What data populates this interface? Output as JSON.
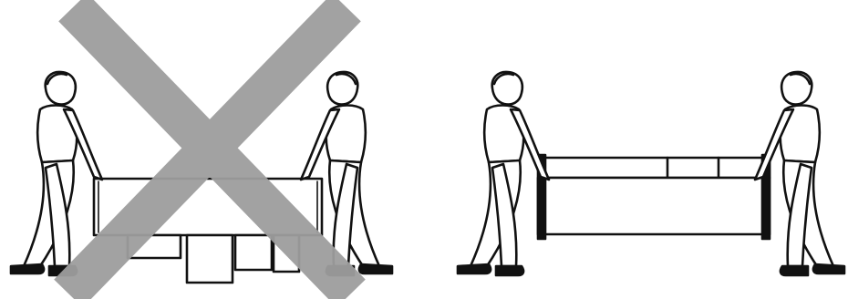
{
  "figure": {
    "panels": [
      {
        "id": "incorrect",
        "depiction": "two-people-carrying-tv-screen-facing-down",
        "mark": "x-mark-icon",
        "mark_color": "#9e9e9e"
      },
      {
        "id": "correct",
        "depiction": "two-people-carrying-tv-upright",
        "mark": null
      }
    ],
    "line_color": "#111111",
    "fill_color": "#ffffff"
  }
}
